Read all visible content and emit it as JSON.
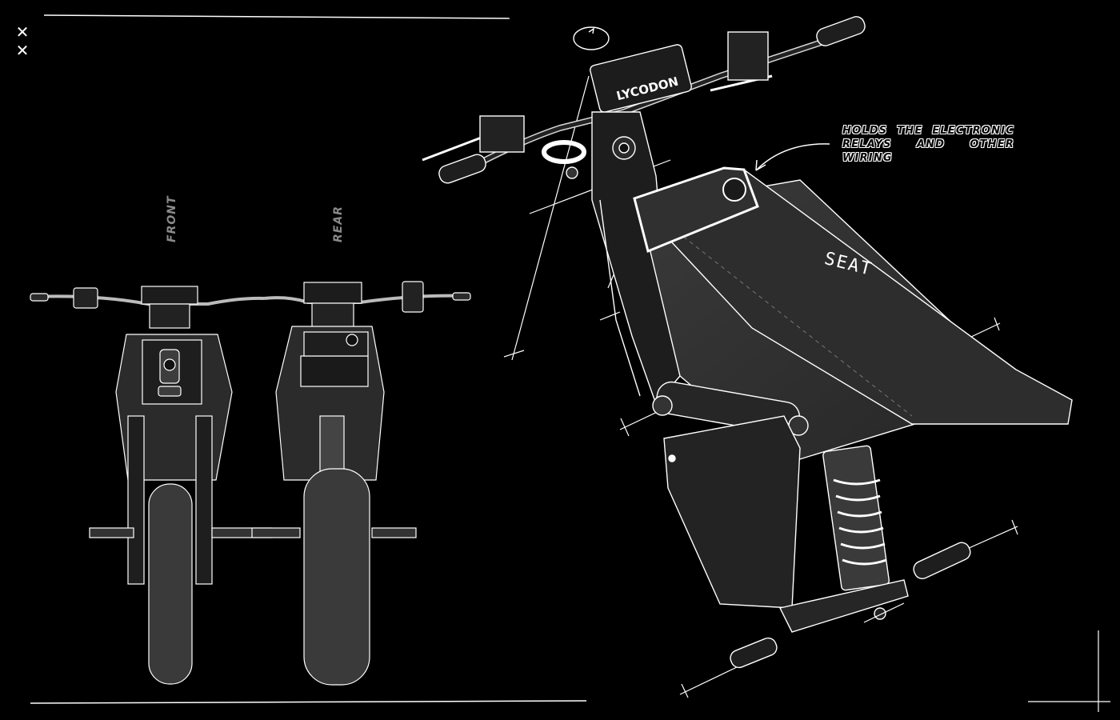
{
  "controls": {
    "close_1": "✕",
    "close_2": "✕"
  },
  "views": {
    "front_label": "FRONT",
    "rear_label": "REAR"
  },
  "brand": "LYCODON",
  "annotations": {
    "callout": "HOLDS THE ELECTRONIC RELAYS AND OTHER WIRING",
    "seat": "SEAT"
  },
  "colors": {
    "background": "#000000",
    "line": "#ffffff",
    "body": "#2e2e2e",
    "dark_part": "#1a1a1a",
    "label_gray": "#8a8a8a"
  }
}
